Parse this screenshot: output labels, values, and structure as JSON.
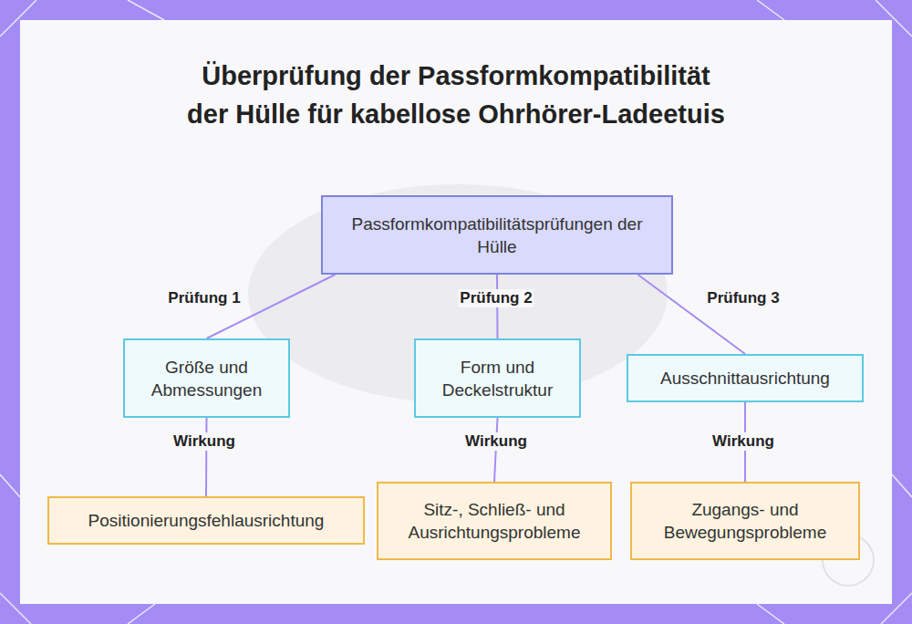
{
  "diagram": {
    "title": "Überprüfung der Passformkompatibilität der Hülle für kabellose Ohrhörer-Ladeetuis",
    "nodes": [
      {
        "text": [
          "Passformkompatibilitätsprüfungen der Hülle"
        ]
      },
      {
        "text": [
          "Größe und Abmessungen"
        ]
      },
      {
        "text": [
          "Form und Deckelstruktur"
        ]
      },
      {
        "text": [
          "Ausschnittausrichtung"
        ]
      },
      {
        "text": [
          "Positionierungsfehlausrichtung"
        ]
      },
      {
        "text": [
          "Sitz-, Schließ- und Ausrichtungsprobleme"
        ]
      },
      {
        "text": [
          "Zugangs- und Bewegungsprobleme"
        ]
      }
    ],
    "edges": [
      {
        "from": 0,
        "to": 1,
        "arrow": "none",
        "label": "Prüfung 1"
      },
      {
        "from": 0,
        "to": 2,
        "arrow": "none",
        "label": "Prüfung 2"
      },
      {
        "from": 0,
        "to": 3,
        "arrow": "none",
        "label": "Prüfung 3"
      },
      {
        "from": 1,
        "to": 4,
        "arrow": "none",
        "label": "Wirkung"
      },
      {
        "from": 2,
        "to": 5,
        "arrow": "none",
        "label": "Wirkung"
      },
      {
        "from": 3,
        "to": 6,
        "arrow": "none",
        "label": "Wirkung"
      }
    ]
  }
}
